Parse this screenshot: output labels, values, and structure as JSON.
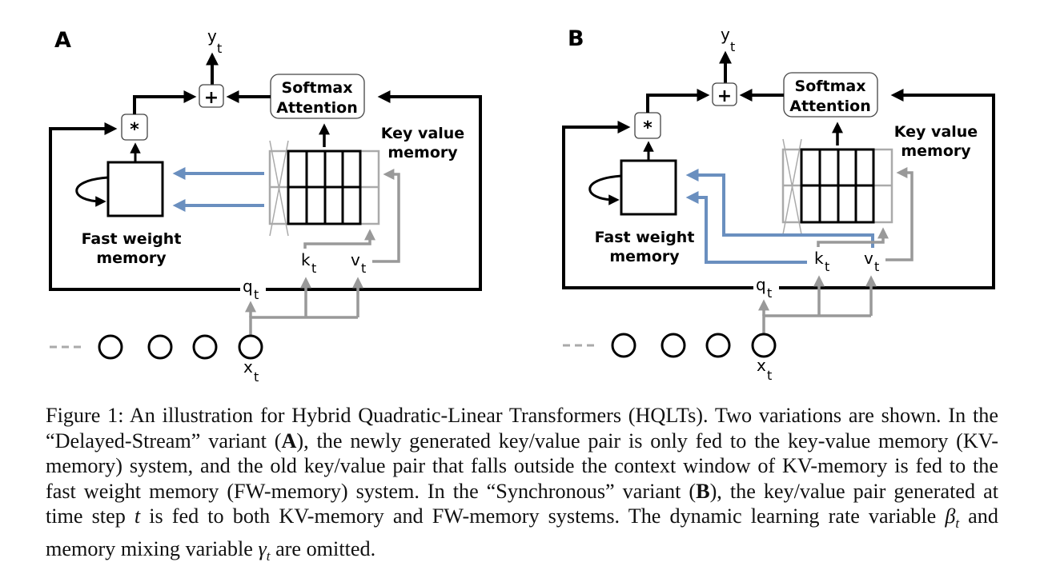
{
  "figure": {
    "colors": {
      "line": "#000000",
      "gray": "#999999",
      "blue": "#6a8fbf"
    },
    "panels": [
      {
        "id": "A",
        "label": "A",
        "variant": "Delayed-Stream",
        "softmax_label_line1": "Softmax",
        "softmax_label_line2": "Attention",
        "kv_memory_label_line1": "Key value",
        "kv_memory_label_line2": "memory",
        "fw_memory_label_line1": "Fast weight",
        "fw_memory_label_line2": "memory",
        "plus_symbol": "+",
        "multiply_symbol": "*",
        "output_var": "y",
        "output_sub": "t",
        "query_var": "q",
        "query_sub": "t",
        "key_var": "k",
        "key_sub": "t",
        "value_var": "v",
        "value_sub": "t",
        "input_var": "x",
        "input_sub": "t",
        "fw_input_source": "evicted-kv-column"
      },
      {
        "id": "B",
        "label": "B",
        "variant": "Synchronous",
        "softmax_label_line1": "Softmax",
        "softmax_label_line2": "Attention",
        "kv_memory_label_line1": "Key value",
        "kv_memory_label_line2": "memory",
        "fw_memory_label_line1": "Fast weight",
        "fw_memory_label_line2": "memory",
        "plus_symbol": "+",
        "multiply_symbol": "*",
        "output_var": "y",
        "output_sub": "t",
        "query_var": "q",
        "query_sub": "t",
        "key_var": "k",
        "key_sub": "t",
        "value_var": "v",
        "value_sub": "t",
        "input_var": "x",
        "input_sub": "t",
        "fw_input_source": "current-key-value"
      }
    ]
  },
  "caption": {
    "prefix": "Figure 1: An illustration for Hybrid Quadratic-Linear Transformers (HQLTs). Two variations are shown. In the “Delayed-Stream” variant (",
    "bold_a": "A",
    "part2": "), the newly generated key/value pair is only fed to the key-value memory (KV-memory) system, and the old key/value pair that falls outside the context window of KV-memory is fed to the fast weight memory (FW-memory) system. In the “Synchronous” variant (",
    "bold_b": "B",
    "part3": "), the key/value pair generated at time step ",
    "math_t": "t",
    "part4": " is fed to both KV-memory and FW-memory systems. The dynamic learning rate variable ",
    "math_beta": "β",
    "math_beta_sub": "t",
    "part5": " and memory mixing variable ",
    "math_gamma": "γ",
    "math_gamma_sub": "t",
    "part6": " are omitted."
  }
}
